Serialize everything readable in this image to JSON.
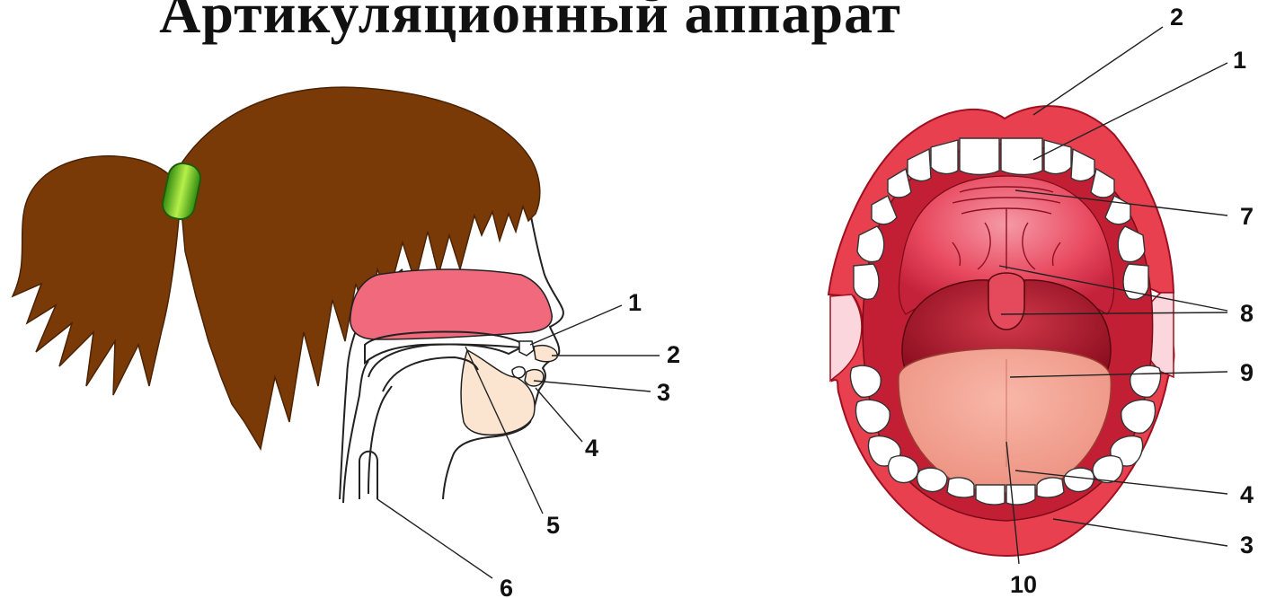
{
  "title": "Артикуляционный аппарат",
  "colors": {
    "hair": "#7a3a08",
    "hair_tie": "#4cc81c",
    "lips": "#e8404f",
    "lips_dark": "#c81e36",
    "palate": "#f06a7a",
    "throat": "#a81528",
    "tongue": "#f4a394",
    "gum_pink": "#f7a0ae",
    "jaw_tissue": "#fbe3cf",
    "teeth": "#ffffff"
  },
  "profile_labels": [
    "1",
    "2",
    "3",
    "4",
    "5",
    "6"
  ],
  "mouth_labels": [
    "2",
    "1",
    "7",
    "8",
    "9",
    "4",
    "3",
    "10"
  ]
}
